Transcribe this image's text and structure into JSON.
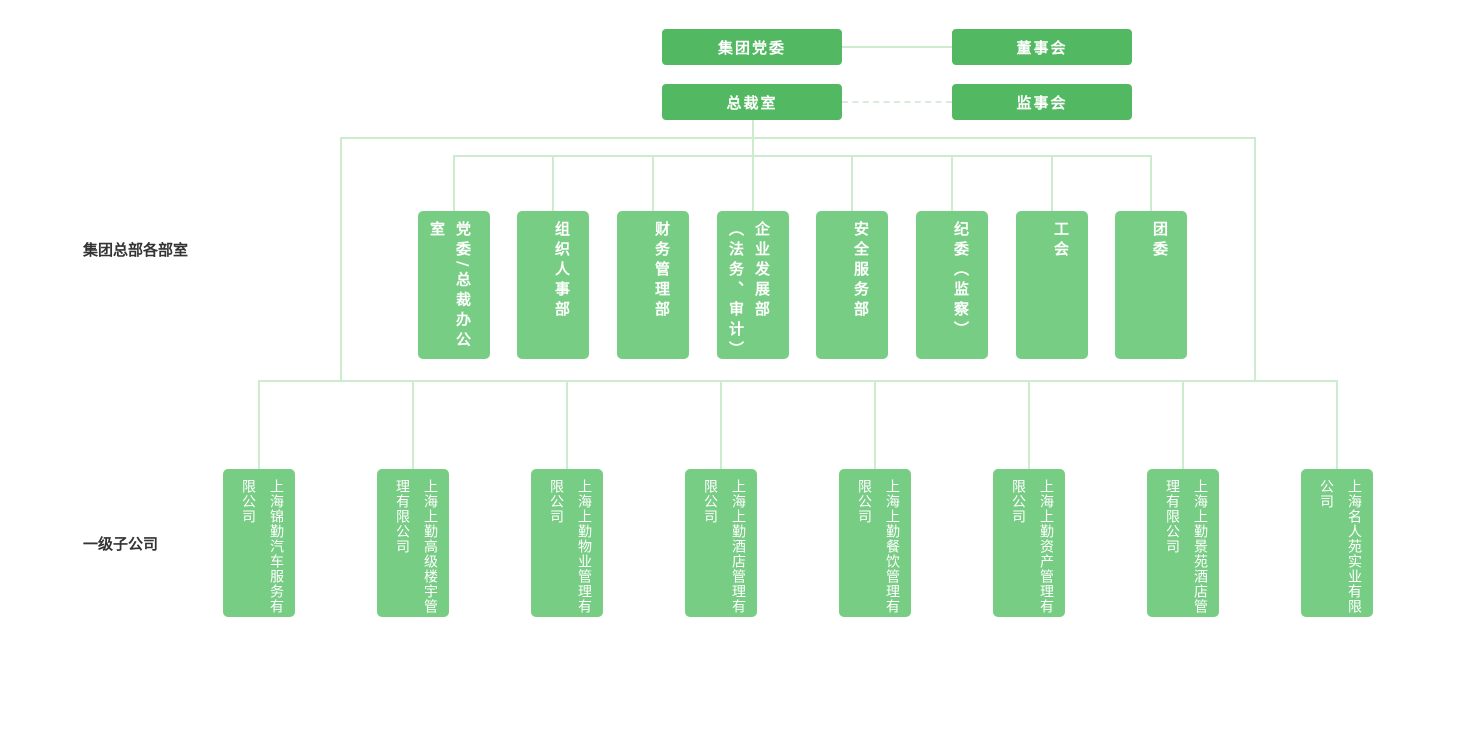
{
  "top": {
    "party_committee": "集团党委",
    "board_of_directors": "董事会",
    "president_office": "总裁室",
    "board_of_supervisors": "监事会"
  },
  "row_labels": {
    "departments": "集团总部各部室",
    "subsidiaries": "一级子公司"
  },
  "departments": [
    "党委/总裁办公室",
    "组织人事部",
    "财务管理部",
    "企业发展部（法务、审计）",
    "安全服务部",
    "纪委（监察）",
    "工会",
    "团委"
  ],
  "subsidiaries": [
    "上海锦勤汽车服务有限公司",
    "上海上勤高级楼宇管理有限公司",
    "上海上勤物业管理有限公司",
    "上海上勤酒店管理有限公司",
    "上海上勤餐饮管理有限公司",
    "上海上勤资产管理有限公司",
    "上海上勤景苑酒店管理有限公司",
    "上海名人苑实业有限公司"
  ],
  "colors": {
    "top_box": "#53b862",
    "node_box": "#78cd84",
    "connector": "#cdeccf"
  }
}
